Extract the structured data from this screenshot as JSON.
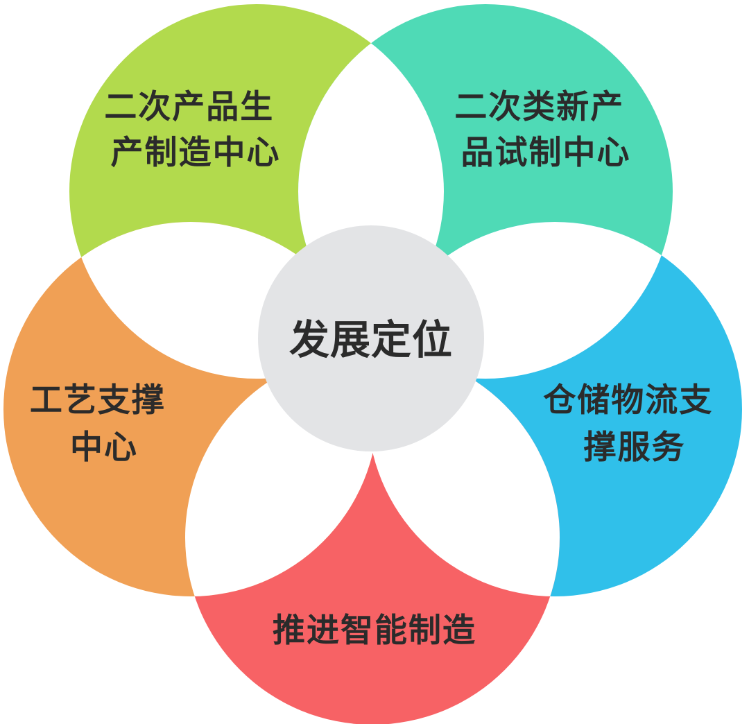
{
  "center": {
    "label": "发展定位",
    "color": "#e3e4e6"
  },
  "petals": [
    {
      "id": "top-left",
      "color": "#b2da4d",
      "lines": [
        "二次产品生",
        "产制造中心"
      ]
    },
    {
      "id": "top-right",
      "color": "#4fdab6",
      "lines": [
        "二次类新产",
        "品试制中心"
      ]
    },
    {
      "id": "right",
      "color": "#30c0ea",
      "lines": [
        "仓储物流支",
        "撑服务"
      ]
    },
    {
      "id": "bottom",
      "color": "#f76265",
      "lines": [
        "推进智能制造"
      ]
    },
    {
      "id": "left",
      "color": "#f0a055",
      "lines": [
        "工艺支撑",
        "中心"
      ]
    }
  ]
}
